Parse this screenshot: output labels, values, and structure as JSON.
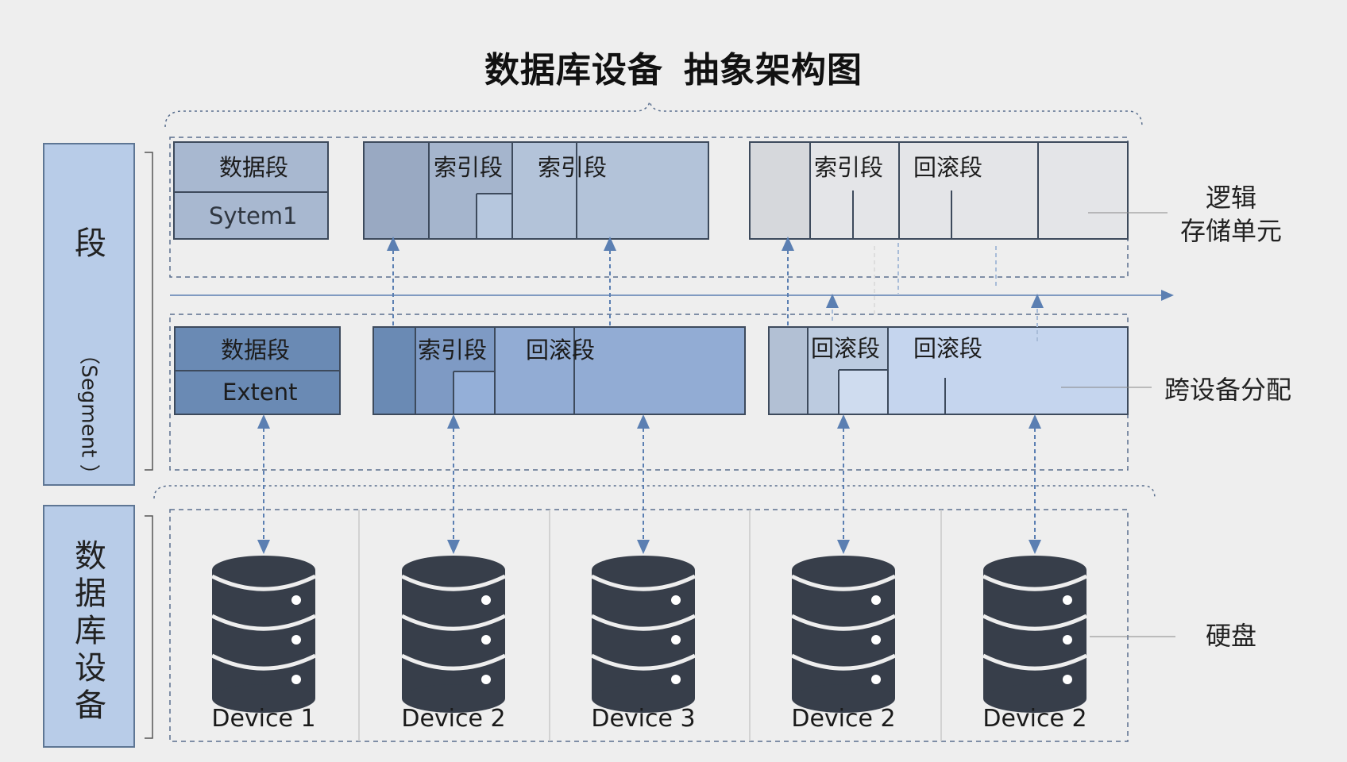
{
  "title": "数据库设备  抽象架构图",
  "sidebar": {
    "segment_char": "段",
    "segment_sub": "（Segment ）",
    "device_chars": [
      "数",
      "据",
      "库",
      "设",
      "备"
    ]
  },
  "logical_row": {
    "box1": {
      "top": "数据段",
      "bottom": "Sytem1"
    },
    "box2": {
      "label1": "索引段",
      "label2": "索引段"
    },
    "box3": {
      "label1": "索引段",
      "label2": "回滚段"
    }
  },
  "extent_row": {
    "box1": {
      "top": "数据段",
      "bottom": "Extent"
    },
    "box2": {
      "label1": "索引段",
      "label2": "回滚段"
    },
    "box3": {
      "label1": "回滚段",
      "label2": "回滚段"
    }
  },
  "right_labels": {
    "logical": "逻辑\n存储单元",
    "distribution": "跨设备分配",
    "disk": "硬盘"
  },
  "devices": [
    {
      "label": "Device 1"
    },
    {
      "label": "Device 2"
    },
    {
      "label": "Device 3"
    },
    {
      "label": "Device 2"
    },
    {
      "label": "Device 2"
    }
  ],
  "colors": {
    "background": "#eeeeee",
    "side_panel": "#b8cce8",
    "logical_gray_blue": "#a8b8d0",
    "logical_light": "#e0e2e6",
    "extent_dark": "#6a8ab4",
    "extent_mid": "#8eaad4",
    "extent_light": "#c6d6ec",
    "db_icon": "#373e4a",
    "arrow": "#5b7fb2",
    "dashed": "#5a6f8e"
  }
}
